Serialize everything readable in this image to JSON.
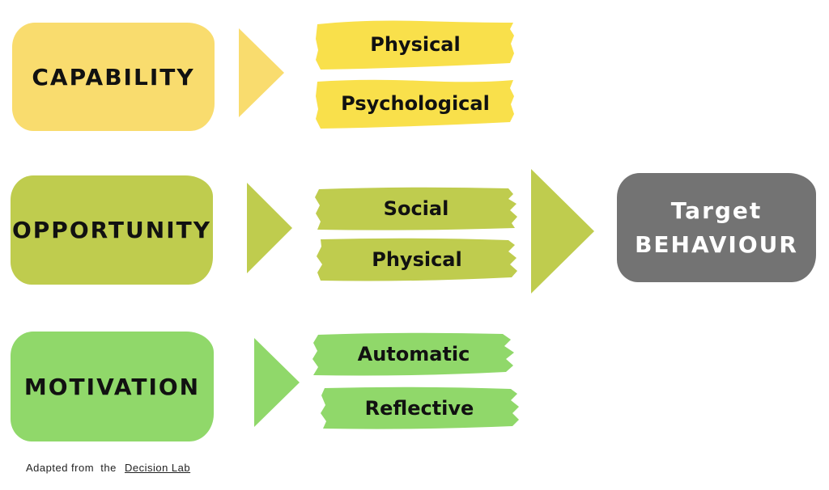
{
  "colors": {
    "capability": "#f9dc6e",
    "capability_strip": "#f9e04b",
    "opportunity": "#bfcc4e",
    "motivation": "#90d86a",
    "target": "#737373",
    "text_dark": "#111111",
    "text_light": "#ffffff"
  },
  "rows": [
    {
      "category": "CAPABILITY",
      "components": [
        "Physical",
        "Psychological"
      ]
    },
    {
      "category": "OPPORTUNITY",
      "components": [
        "Social",
        "Physical"
      ]
    },
    {
      "category": "MOTIVATION",
      "components": [
        "Automatic",
        "Reflective"
      ]
    }
  ],
  "target": {
    "line1": "Target",
    "line2": "BEHAVIOUR"
  },
  "caption": {
    "prefix": "Adapted from  the",
    "link": "Decision Lab"
  },
  "icons": [
    "arrow-right-icon"
  ]
}
